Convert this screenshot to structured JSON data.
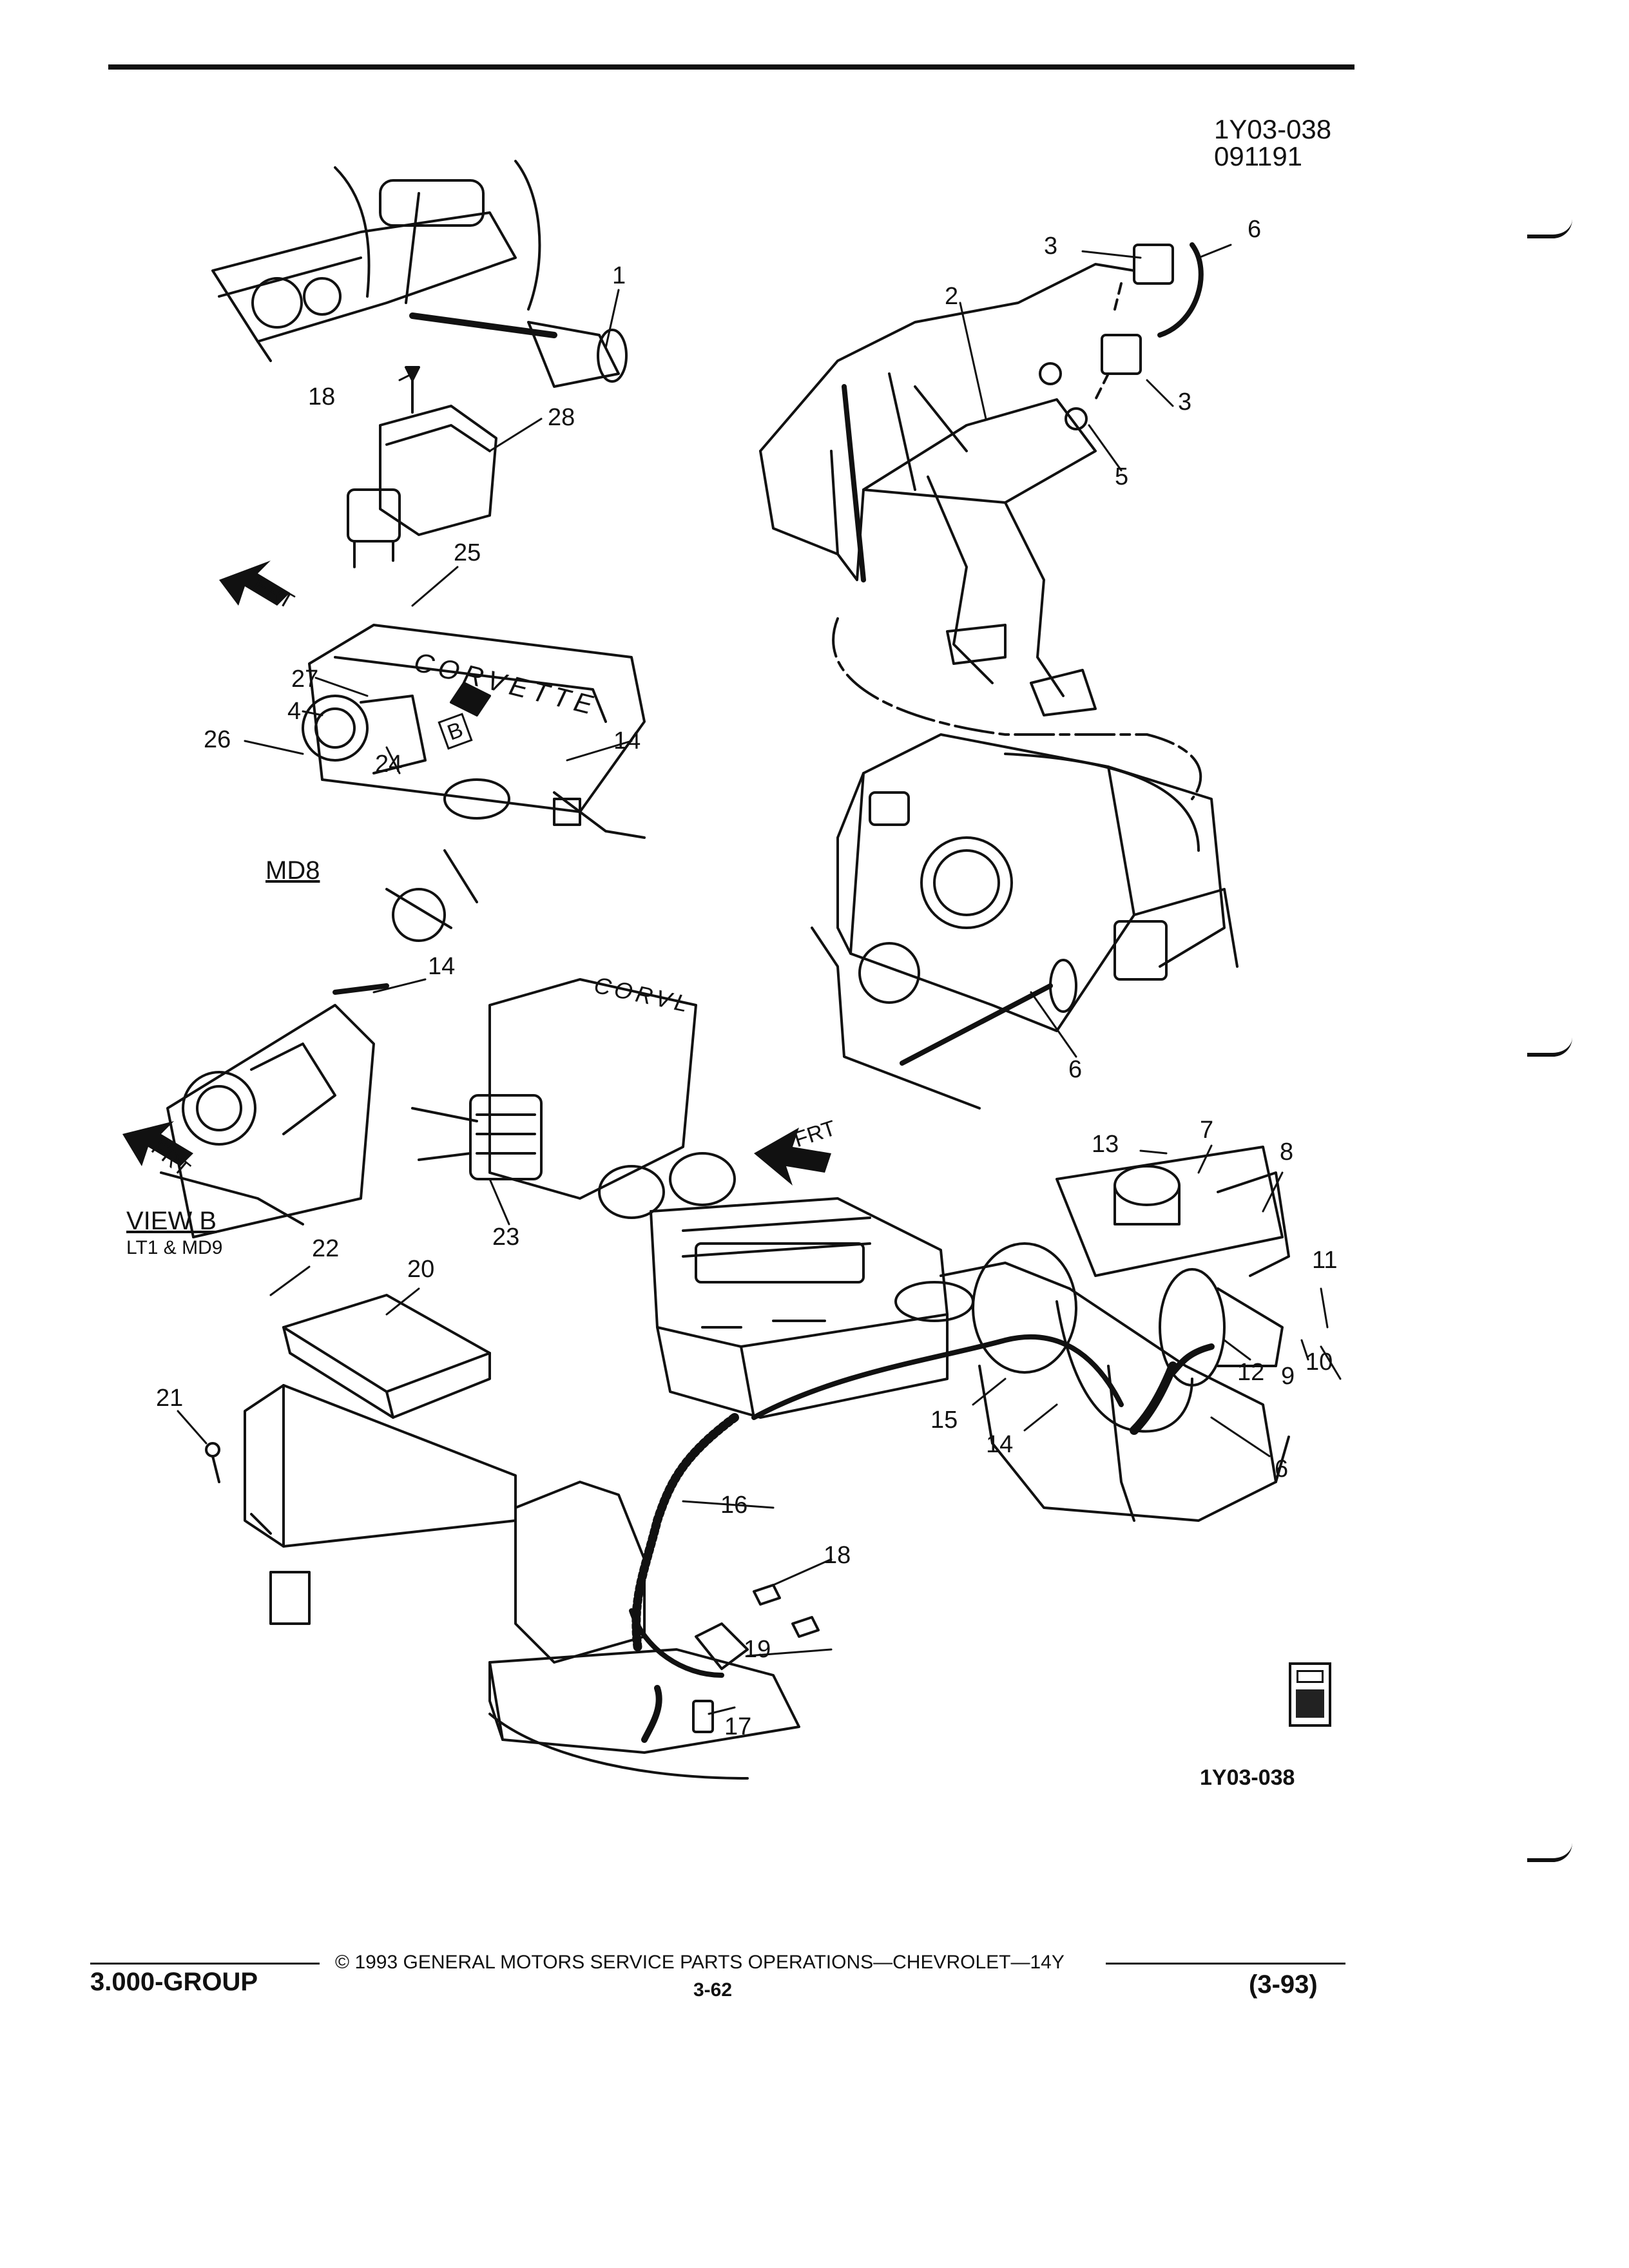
{
  "figure": {
    "ref_code": "1Y03-038",
    "ref_date": "091191",
    "figure_id": "1Y03-038"
  },
  "callouts": [
    {
      "id": "c1",
      "text": "1"
    },
    {
      "id": "c18a",
      "text": "18"
    },
    {
      "id": "c28",
      "text": "28"
    },
    {
      "id": "c25",
      "text": "25"
    },
    {
      "id": "c27",
      "text": "27"
    },
    {
      "id": "c4",
      "text": "4"
    },
    {
      "id": "c26",
      "text": "26"
    },
    {
      "id": "c24",
      "text": "24"
    },
    {
      "id": "c14a",
      "text": "14"
    },
    {
      "id": "c14b",
      "text": "14"
    },
    {
      "id": "c23",
      "text": "23"
    },
    {
      "id": "c22",
      "text": "22"
    },
    {
      "id": "c20",
      "text": "20"
    },
    {
      "id": "c21",
      "text": "21"
    },
    {
      "id": "c3a",
      "text": "3"
    },
    {
      "id": "c6a",
      "text": "6"
    },
    {
      "id": "c2",
      "text": "2"
    },
    {
      "id": "c3b",
      "text": "3"
    },
    {
      "id": "c5",
      "text": "5"
    },
    {
      "id": "c6b",
      "text": "6"
    },
    {
      "id": "c13",
      "text": "13"
    },
    {
      "id": "c7",
      "text": "7"
    },
    {
      "id": "c8",
      "text": "8"
    },
    {
      "id": "c11",
      "text": "11"
    },
    {
      "id": "c12",
      "text": "12"
    },
    {
      "id": "c9",
      "text": "9"
    },
    {
      "id": "c10",
      "text": "10"
    },
    {
      "id": "c15",
      "text": "15"
    },
    {
      "id": "c14c",
      "text": "14"
    },
    {
      "id": "c6c",
      "text": "6"
    },
    {
      "id": "c16",
      "text": "16"
    },
    {
      "id": "c18b",
      "text": "18"
    },
    {
      "id": "c19",
      "text": "19"
    },
    {
      "id": "c17",
      "text": "17"
    }
  ],
  "labels": {
    "frt_1": "FRT",
    "frt_2": "FRT",
    "frt_3": "FRT",
    "md8": "MD8",
    "view_b": "VIEW  B",
    "view_b_sub": "LT1 & MD9",
    "b_marker": "B"
  },
  "footer": {
    "copyright": "©  1993  GENERAL MOTORS SERVICE PARTS OPERATIONS—CHEVROLET—14Y",
    "group": "3.000-GROUP",
    "page": "3-62",
    "date": "(3-93)"
  }
}
